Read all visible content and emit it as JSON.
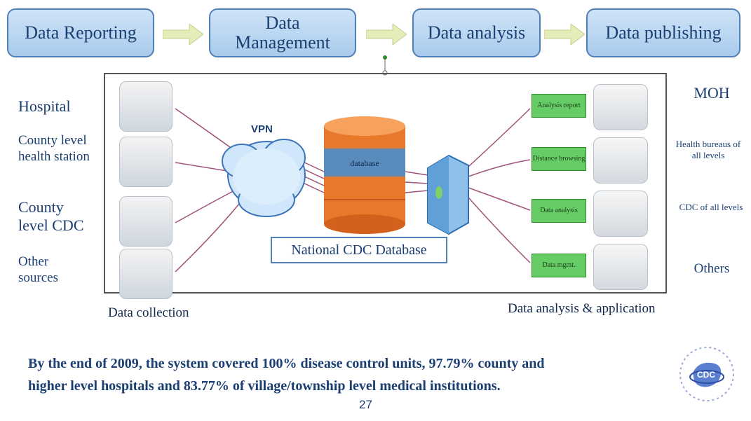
{
  "stages": [
    "Data Reporting",
    "Data Management",
    "Data analysis",
    "Data publishing"
  ],
  "left_sources": [
    "Hospital",
    "County level health station",
    "County level CDC",
    "Other sources"
  ],
  "network_label": "VPN",
  "database_label": "database",
  "database_caption": "National CDC Database",
  "right_functions": [
    "Analysis report",
    "Distance browsing",
    "Data analysis",
    "Data mgmt."
  ],
  "right_users": [
    "MOH",
    "Health bureaus of all levels",
    "CDC of all levels",
    "Others"
  ],
  "data_collection_label": "Data collection",
  "data_application_label": "Data analysis & application",
  "footer_line1": "By the end of 2009, the system covered 100% disease control units, 97.79% county and",
  "footer_line2": "higher level hospitals and 83.77% of village/township level medical institutions.",
  "page_number": "27",
  "logo_text": "CDC",
  "colors": {
    "stage_fill": "#a9cbec",
    "stage_border": "#4f7fb7",
    "text_blue": "#1b3f73",
    "function_green": "#66cc66",
    "database_orange": "#e8782a",
    "line_magenta": "#a0527a"
  }
}
